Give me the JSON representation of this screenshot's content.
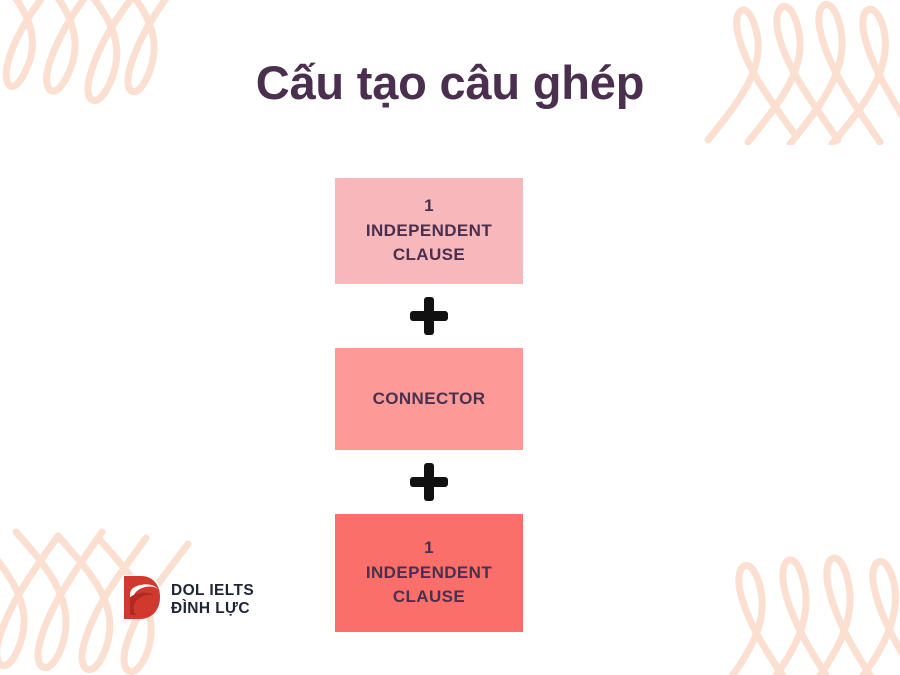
{
  "slide": {
    "background_color": "#ffffff",
    "title": "Cấu tạo câu ghép",
    "title_color": "#4a2f4e"
  },
  "decorations": {
    "scribble_color": "#fbdfd0",
    "corners": [
      "top-left",
      "top-right",
      "bottom-left",
      "bottom-right"
    ]
  },
  "diagram": {
    "type": "vertical-stack",
    "boxes": [
      {
        "id": "box-1",
        "lines": [
          "1",
          "INDEPENDENT",
          "CLAUSE"
        ],
        "fill": "#f7b8bb",
        "text_color": "#4a2f4e"
      },
      {
        "id": "box-2",
        "lines": [
          "CONNECTOR"
        ],
        "fill": "#fc9a98",
        "text_color": "#4a2f4e"
      },
      {
        "id": "box-3",
        "lines": [
          "1",
          "INDEPENDENT",
          "CLAUSE"
        ],
        "fill": "#fb6f6a",
        "text_color": "#4a2f4e"
      }
    ],
    "operators": [
      {
        "id": "plus-1",
        "symbol": "+",
        "color": "#111111"
      },
      {
        "id": "plus-2",
        "symbol": "+",
        "color": "#111111"
      }
    ]
  },
  "logo": {
    "mark_name": "dol-d-mark",
    "mark_colors": {
      "light_red": "#d1392f",
      "dark_red": "#b02a24"
    },
    "line1": "DOL IELTS",
    "line2": "ĐÌNH LỰC",
    "text_color": "#1d2433"
  }
}
